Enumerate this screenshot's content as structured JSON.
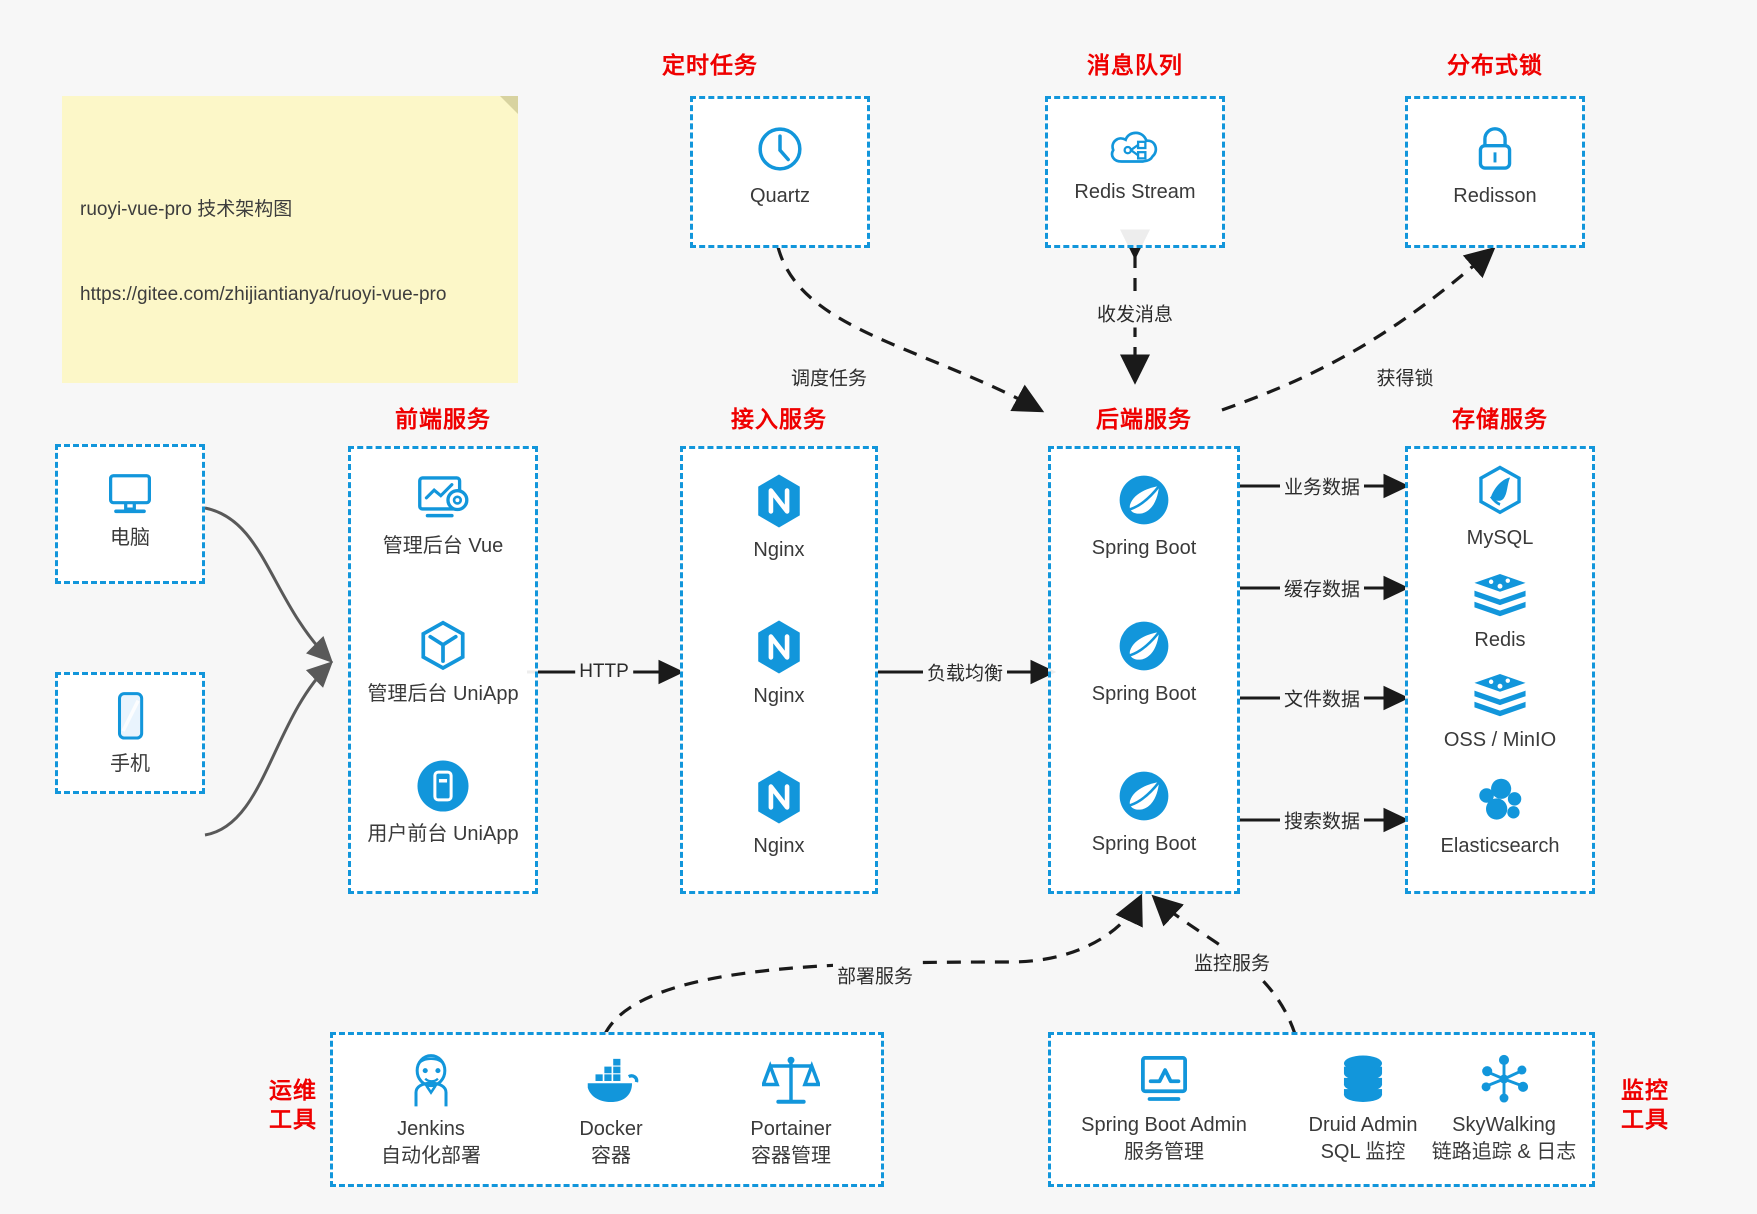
{
  "note": {
    "line1": "ruoyi-vue-pro 技术架构图",
    "line2": "https://gitee.com/zhijiantianya/ruoyi-vue-pro"
  },
  "colors": {
    "accent_blue": "#1296db",
    "title_red": "#ef0000",
    "note_yellow": "#fcf7c8",
    "background": "#f7f7f7",
    "wire_gray": "#595959",
    "wire_black": "#1a1a1a"
  },
  "groups": {
    "scheduler": {
      "title": "定时任务",
      "nodes": [
        {
          "label": "Quartz",
          "icon": "clock-icon"
        }
      ]
    },
    "mq": {
      "title": "消息队列",
      "nodes": [
        {
          "label": "Redis Stream",
          "icon": "cloud-stream-icon"
        }
      ]
    },
    "lock": {
      "title": "分布式锁",
      "nodes": [
        {
          "label": "Redisson",
          "icon": "lock-icon"
        }
      ]
    },
    "clients": {
      "nodes": [
        {
          "label": "电脑",
          "icon": "desktop-icon"
        },
        {
          "label": "手机",
          "icon": "mobile-icon"
        }
      ]
    },
    "frontend": {
      "title": "前端服务",
      "nodes": [
        {
          "label": "管理后台 Vue",
          "icon": "dashboard-gear-icon"
        },
        {
          "label": "管理后台 UniApp",
          "icon": "hexagon-cube-icon"
        },
        {
          "label": "用户前台 UniApp",
          "icon": "mobile-app-icon"
        }
      ]
    },
    "gateway": {
      "title": "接入服务",
      "nodes": [
        {
          "label": "Nginx",
          "icon": "nginx-icon"
        },
        {
          "label": "Nginx",
          "icon": "nginx-icon"
        },
        {
          "label": "Nginx",
          "icon": "nginx-icon"
        }
      ]
    },
    "backend": {
      "title": "后端服务",
      "nodes": [
        {
          "label": "Spring Boot",
          "icon": "spring-boot-icon"
        },
        {
          "label": "Spring Boot",
          "icon": "spring-boot-icon"
        },
        {
          "label": "Spring Boot",
          "icon": "spring-boot-icon"
        }
      ]
    },
    "storage": {
      "title": "存储服务",
      "nodes": [
        {
          "label": "MySQL",
          "icon": "mysql-icon"
        },
        {
          "label": "Redis",
          "icon": "redis-icon"
        },
        {
          "label": "OSS / MinIO",
          "icon": "redis-icon"
        },
        {
          "label": "Elasticsearch",
          "icon": "elasticsearch-icon"
        }
      ]
    },
    "devops": {
      "title": "运维\n工具",
      "nodes": [
        {
          "label": "Jenkins",
          "sublabel": "自动化部署",
          "icon": "jenkins-icon"
        },
        {
          "label": "Docker",
          "sublabel": "容器",
          "icon": "docker-icon"
        },
        {
          "label": "Portainer",
          "sublabel": "容器管理",
          "icon": "scales-icon"
        }
      ]
    },
    "monitor": {
      "title": "监控\n工具",
      "nodes": [
        {
          "label": "Spring Boot Admin",
          "sublabel": "服务管理",
          "icon": "monitor-chart-icon"
        },
        {
          "label": "Druid Admin",
          "sublabel": "SQL 监控",
          "icon": "database-icon"
        },
        {
          "label": "SkyWalking",
          "sublabel": "链路追踪 & 日志",
          "icon": "skywalking-icon"
        }
      ]
    }
  },
  "edges": {
    "http": "HTTP",
    "load_balance": "负载均衡",
    "schedule_task": "调度任务",
    "send_receive_message": "收发消息",
    "acquire_lock": "获得锁",
    "business_data": "业务数据",
    "cache_data": "缓存数据",
    "file_data": "文件数据",
    "search_data": "搜索数据",
    "deploy_service": "部署服务",
    "monitor_service": "监控服务"
  }
}
